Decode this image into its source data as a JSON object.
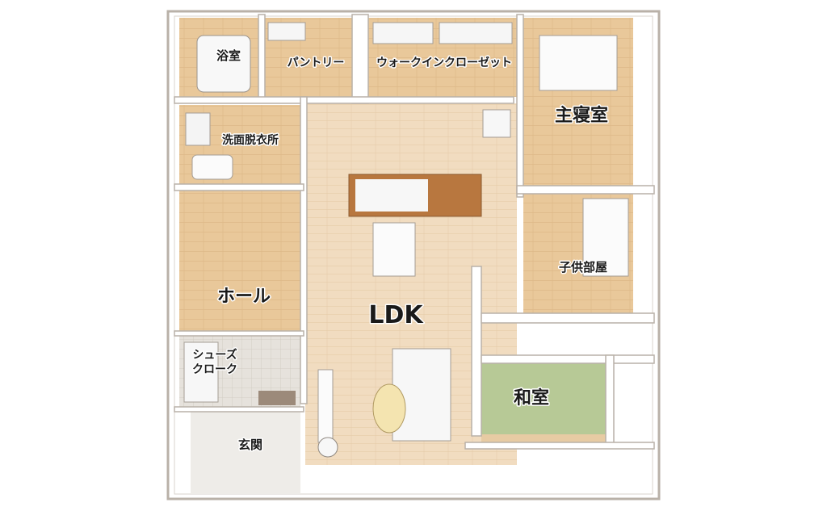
{
  "plan": {
    "rooms": {
      "bath": "浴室",
      "pantry": "パントリー",
      "walk_in_closet": "ウォークインクローゼット",
      "master_bedroom": "主寝室",
      "washroom": "洗面脱衣所",
      "ldk": "LDK",
      "kids_room": "子供部屋",
      "hall": "ホール",
      "shoes_cloak_line1": "シューズ",
      "shoes_cloak_line2": "クローク",
      "japanese_room": "和室",
      "entrance": "玄関"
    },
    "colors": {
      "wood_floor": "#e9c89a",
      "ldk_floor": "#f1dcc0",
      "wall": "#ffffff",
      "wall_edge": "#b9b1a8",
      "tatami": "#b7c996",
      "tile": "#e6e2dc",
      "entrance_floor": "#eeece8",
      "furniture": "#f7f7f7",
      "counter_wood": "#b8773f"
    }
  }
}
